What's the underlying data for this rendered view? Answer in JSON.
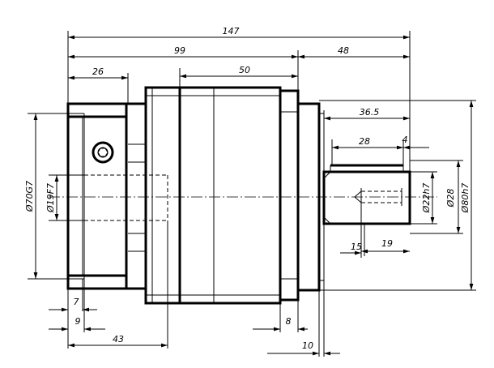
{
  "drawing": {
    "dimensions": {
      "overall_length": "147",
      "body_length": "99",
      "output_length": "48",
      "flange_width": "26",
      "housing_length": "50",
      "shaft_length": "36.5",
      "key_length": "28",
      "key_offset": "4",
      "pilot_diameter": "Ø70G7",
      "bore_diameter": "Ø19F7",
      "spigot_diameter": "Ø22h7",
      "shaft_diameter": "Ø28",
      "flange_diameter": "Ø80h7",
      "tap_spacing": "15",
      "tap_depth": "19",
      "inner_offset": "7",
      "bore_offset": "9",
      "bore_depth": "43",
      "collar_width": "8",
      "shoulder_width": "10"
    }
  }
}
